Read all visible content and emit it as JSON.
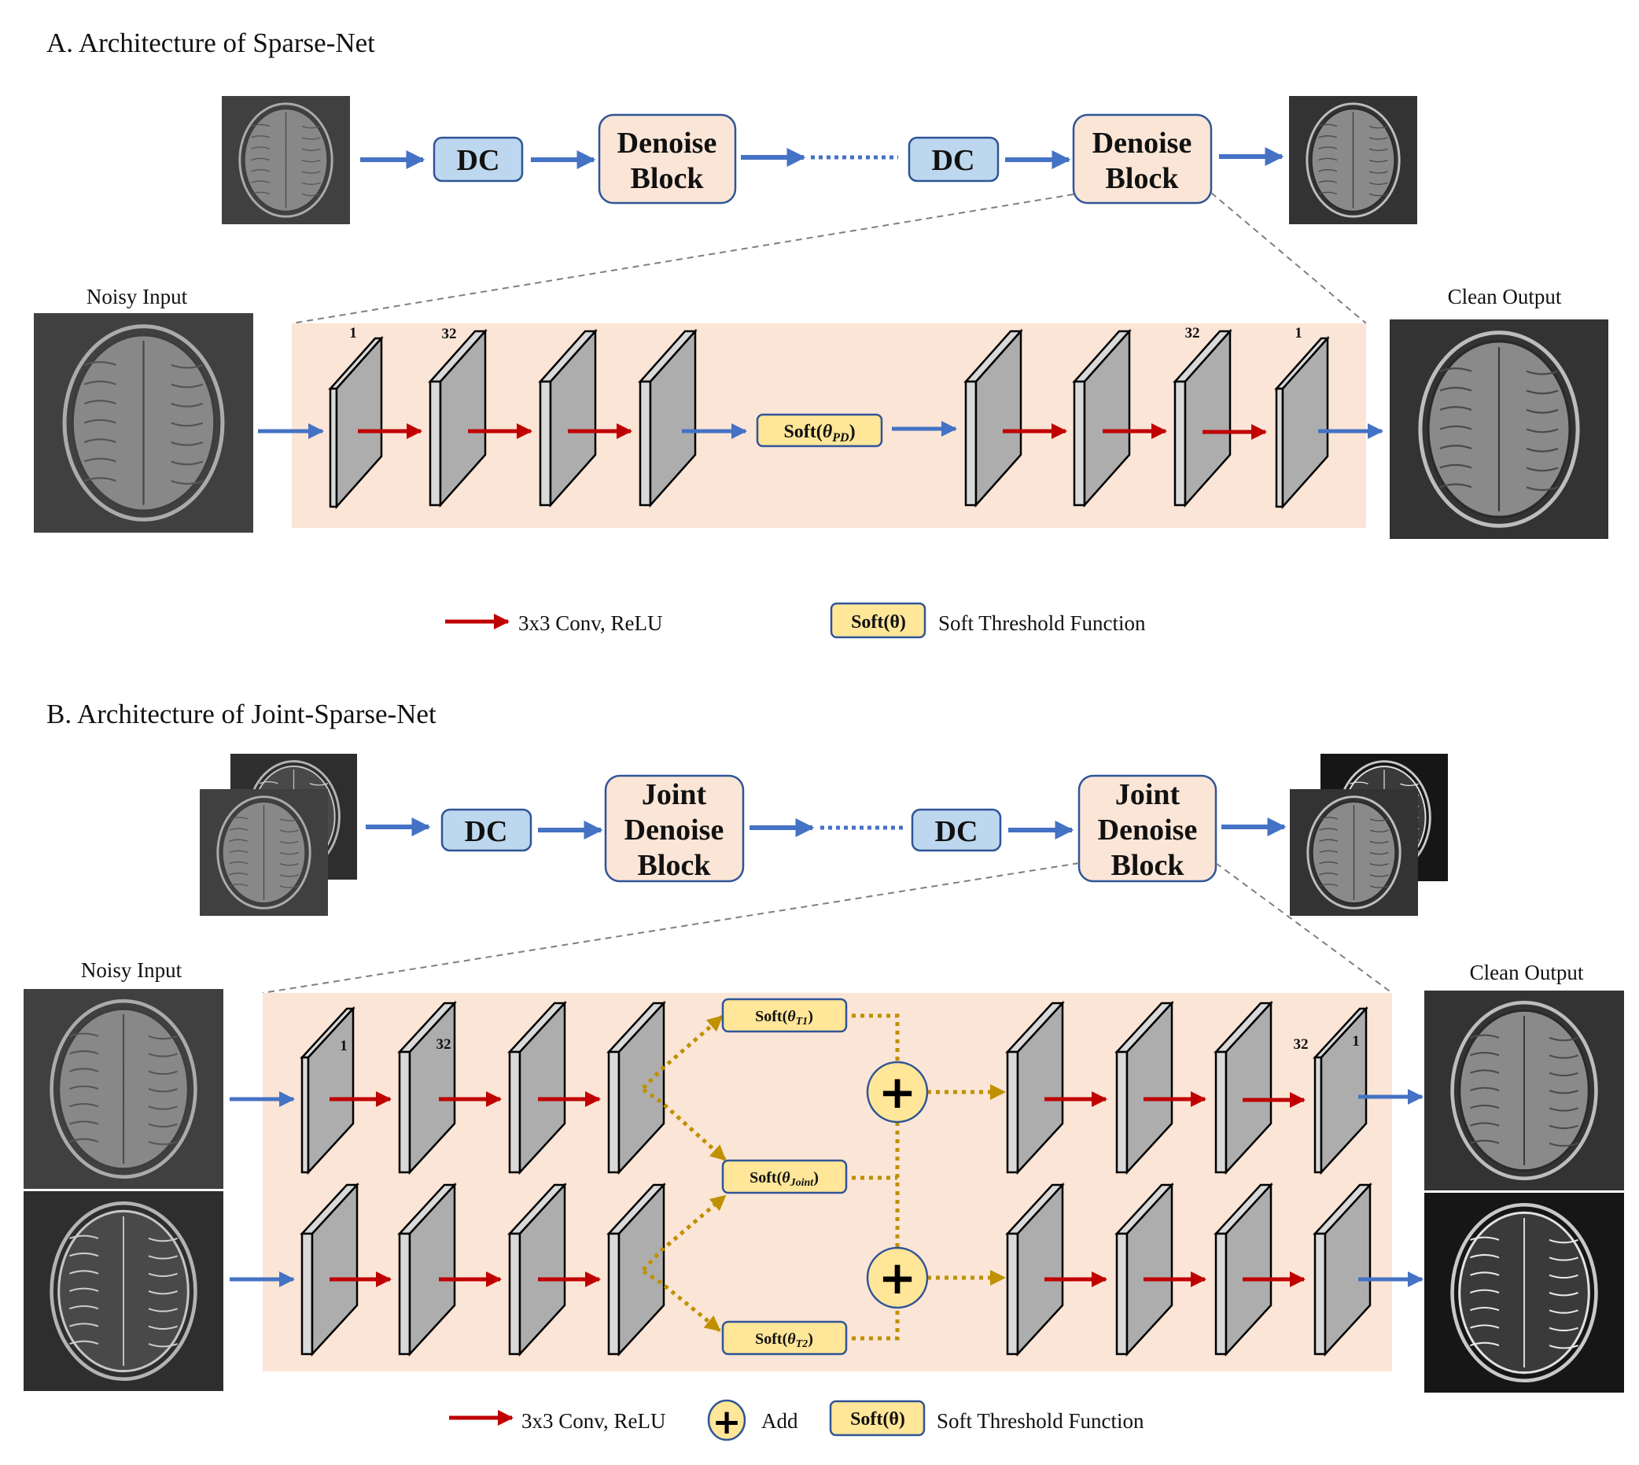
{
  "colors": {
    "dc_fill": "#bdd7ee",
    "dc_stroke": "#2f5597",
    "denoise_fill": "#fbe5d6",
    "soft_fill": "#ffe699",
    "peach_bg": "#fbe5d6",
    "flow_arrow": "#4472c4",
    "conv_arrow": "#c00000",
    "soft_path": "#bf9000",
    "layer_front": "#adadad",
    "layer_side": "#d9d9d9",
    "dashed_zoom": "#7f7f7f"
  },
  "section_a": {
    "title": "A. Architecture of Sparse-Net",
    "pipeline": {
      "dc_label": "DC",
      "denoise_line1": "Denoise",
      "denoise_line2": "Block"
    },
    "noisy_label": "Noisy Input",
    "clean_label": "Clean Output",
    "channel_labels": [
      "1",
      "32",
      "32",
      "1"
    ],
    "soft_label_main": "Soft(",
    "soft_theta": "θ",
    "soft_sub": "PD",
    "soft_close": ")",
    "legend": {
      "conv": "3x3 Conv, ReLU",
      "soft_box": "Soft(θ)",
      "soft_desc": "Soft Threshold Function"
    }
  },
  "section_b": {
    "title": "B. Architecture of Joint-Sparse-Net",
    "pipeline": {
      "dc_label": "DC",
      "joint_line1": "Joint",
      "joint_line2": "Denoise",
      "joint_line3": "Block"
    },
    "noisy_label": "Noisy Input",
    "clean_label": "Clean Output",
    "channel_labels": [
      "1",
      "32",
      "32",
      "1"
    ],
    "soft_t1": {
      "main": "Soft(",
      "theta": "θ",
      "sub": "T1",
      "close": ")"
    },
    "soft_joint": {
      "main": "Soft(",
      "theta": "θ",
      "sub": "Joint",
      "close": ")"
    },
    "soft_t2": {
      "main": "Soft(",
      "theta": "θ",
      "sub": "T2",
      "close": ")"
    },
    "add_symbol": "+",
    "legend": {
      "conv": "3x3 Conv, ReLU",
      "add_symbol": "+",
      "add": "Add",
      "soft_box": "Soft(θ)",
      "soft_desc": "Soft Threshold Function"
    }
  }
}
